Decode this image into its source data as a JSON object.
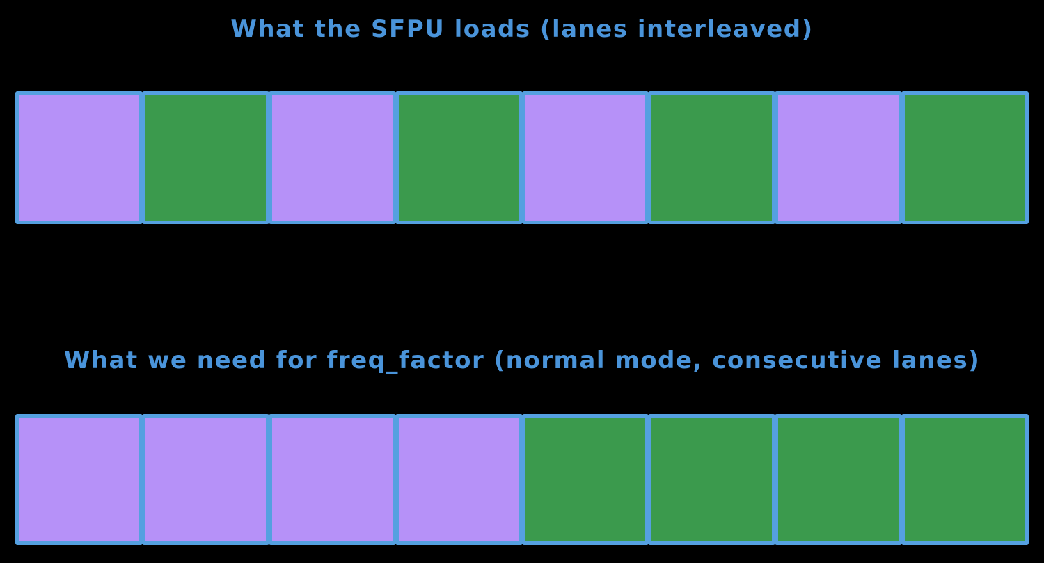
{
  "colors": {
    "background": "#000000",
    "stroke_blue": "#55a0e0",
    "title_blue": "#4a94da",
    "lane_purple": "#b691f8",
    "lane_green": "#3b9a4d"
  },
  "diagram": {
    "sections": [
      {
        "title": "What the SFPU loads (lanes interleaved)",
        "lanes": [
          "purple",
          "green",
          "purple",
          "green",
          "purple",
          "green",
          "purple",
          "green"
        ]
      },
      {
        "title": "What we need for freq_factor (normal mode, consecutive lanes)",
        "lanes": [
          "purple",
          "purple",
          "purple",
          "purple",
          "green",
          "green",
          "green",
          "green"
        ]
      }
    ]
  }
}
